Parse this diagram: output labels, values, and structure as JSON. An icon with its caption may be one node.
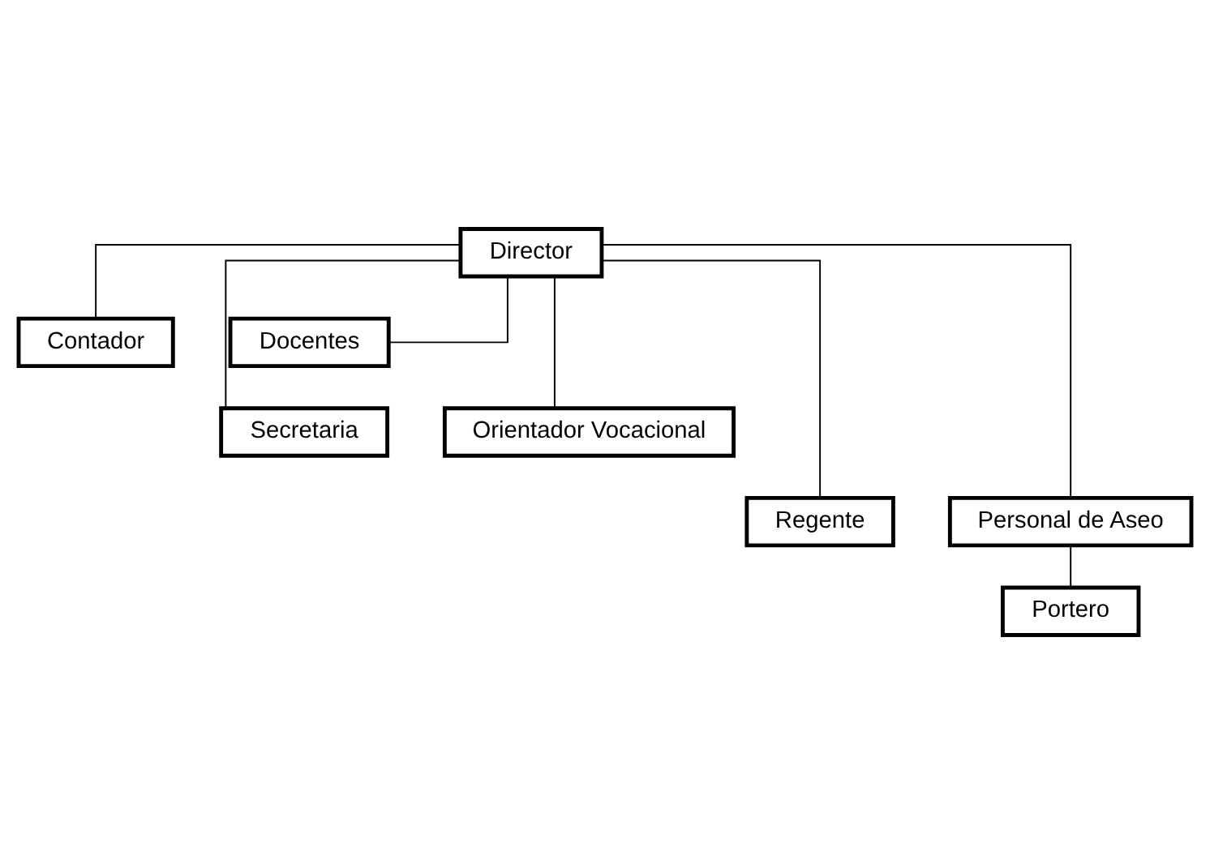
{
  "diagram": {
    "nodes": [
      {
        "text": [
          "Director"
        ]
      },
      {
        "text": [
          "Contador"
        ]
      },
      {
        "text": [
          "Docentes"
        ]
      },
      {
        "text": [
          "Secretaria"
        ]
      },
      {
        "text": [
          "Orientador Vocacional"
        ]
      },
      {
        "text": [
          "Regente"
        ]
      },
      {
        "text": [
          "Personal de Aseo"
        ]
      },
      {
        "text": [
          "Portero"
        ]
      }
    ],
    "edges": [
      {
        "from": 0,
        "to": 1,
        "arrow": "none"
      },
      {
        "from": 0,
        "to": 2,
        "arrow": "none"
      },
      {
        "from": 0,
        "to": 3,
        "arrow": "none"
      },
      {
        "from": 0,
        "to": 4,
        "arrow": "none"
      },
      {
        "from": 0,
        "to": 5,
        "arrow": "none"
      },
      {
        "from": 0,
        "to": 6,
        "arrow": "none"
      },
      {
        "from": 6,
        "to": 7,
        "arrow": "none"
      }
    ]
  }
}
